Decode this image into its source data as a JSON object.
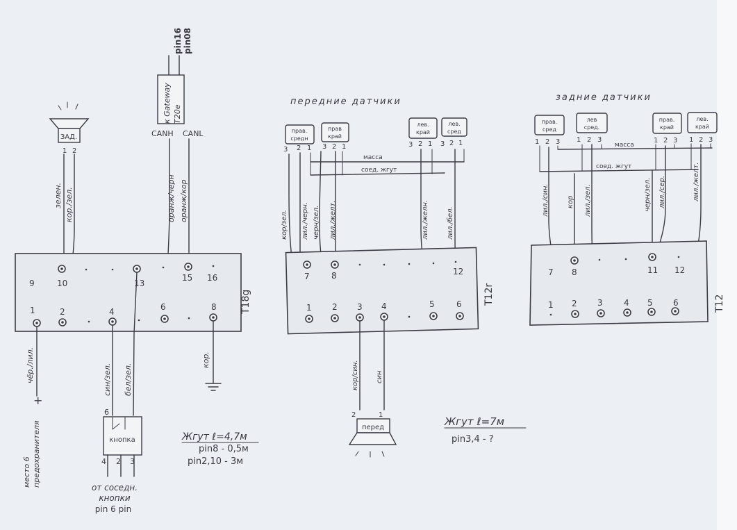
{
  "connectors": {
    "t18g": {
      "name": "T18g",
      "top_pins": [
        "9",
        "10",
        "13",
        "15",
        "16"
      ],
      "bottom_pins": [
        "1",
        "2",
        "4",
        "6",
        "8"
      ]
    },
    "t12r": {
      "name": "T12r",
      "top_pins": [
        "7",
        "8",
        "12"
      ],
      "bottom_pins": [
        "1",
        "2",
        "3",
        "4",
        "5",
        "6"
      ]
    },
    "t12": {
      "name": "T12",
      "top_pins": [
        "7",
        "8",
        "11",
        "12"
      ],
      "bottom_pins": [
        "1",
        "2",
        "3",
        "4",
        "5",
        "6"
      ]
    }
  },
  "left_section": {
    "buzzer_label": "ЗАД.",
    "buzzer_pins": [
      "1",
      "2"
    ],
    "wire_green": "зелен.",
    "wire_brown_green": "кор./зел.",
    "gateway_label": "к Gateway",
    "gateway_conn": "T20e",
    "pin16": "pin16",
    "pin08": "pin08",
    "canh": "CANH",
    "canl": "CANL",
    "wire_orange_black": "оранж/черн",
    "wire_orange_brown": "оранж/кор",
    "wire_ground": "кор.",
    "wire_supply": "чёр./лил.",
    "plus": "+",
    "fuse_line1": "место 6",
    "fuse_line2": "предохранителя",
    "button_label": "кнопка",
    "button_top_pin": "6",
    "button_pins": [
      "4",
      "2",
      "3"
    ],
    "wire_blue_green": "син/зел.",
    "wire_white_green": "бел/зел.",
    "neighbor_line1": "от соседн.",
    "neighbor_line2": "кнопки",
    "neighbor_line3": "pin 6 pin",
    "harness1_line1": "Жгут ℓ=4,7м",
    "harness1_line2": "pin8 - 0,5м",
    "harness1_line3": "pin2,10 - 3м"
  },
  "front_section": {
    "title": "передние датчики",
    "sensors": [
      {
        "line1": "прав.",
        "line2": "средн",
        "pins": [
          "3",
          "2",
          "1"
        ]
      },
      {
        "line1": "прав",
        "line2": "край",
        "pins": [
          "3",
          "2",
          "1"
        ]
      },
      {
        "line1": "лев.",
        "line2": "край",
        "pins": [
          "3",
          "2",
          "1"
        ]
      },
      {
        "line1": "лев.",
        "line2": "сред",
        "pins": [
          "3",
          "2",
          "1"
        ]
      }
    ],
    "massa": "масса",
    "bus": "соед. жгут",
    "wires": [
      "кор/зел.",
      "лил./черн.",
      "черн/зел.",
      "лил./желт.",
      "лил./желн.",
      "лил./бел."
    ],
    "front_buzzer": "перед",
    "front_buzzer_pins": [
      "2",
      "1"
    ],
    "wire_brown_blue": "кор/син.",
    "wire_blue": "син",
    "harness2_line1": "Жгут ℓ=7м",
    "harness2_line2": "pin3,4 - ?"
  },
  "rear_section": {
    "title": "задние датчики",
    "sensors": [
      {
        "line1": "прав.",
        "line2": "сред",
        "pins": [
          "1",
          "2",
          "3"
        ]
      },
      {
        "line1": "лев",
        "line2": "сред.",
        "pins": [
          "1",
          "2",
          "3"
        ]
      },
      {
        "line1": "прав.",
        "line2": "край",
        "pins": [
          "1",
          "2",
          "3"
        ]
      },
      {
        "line1": "лев.",
        "line2": "край",
        "pins": [
          "1",
          "2",
          "3"
        ]
      }
    ],
    "massa": "масса",
    "bus": "соед. жгут",
    "wires": [
      "лил./син.",
      "кор",
      "лил./зел.",
      "черн/зел.",
      "лил./сер.",
      "лил./желт."
    ]
  }
}
